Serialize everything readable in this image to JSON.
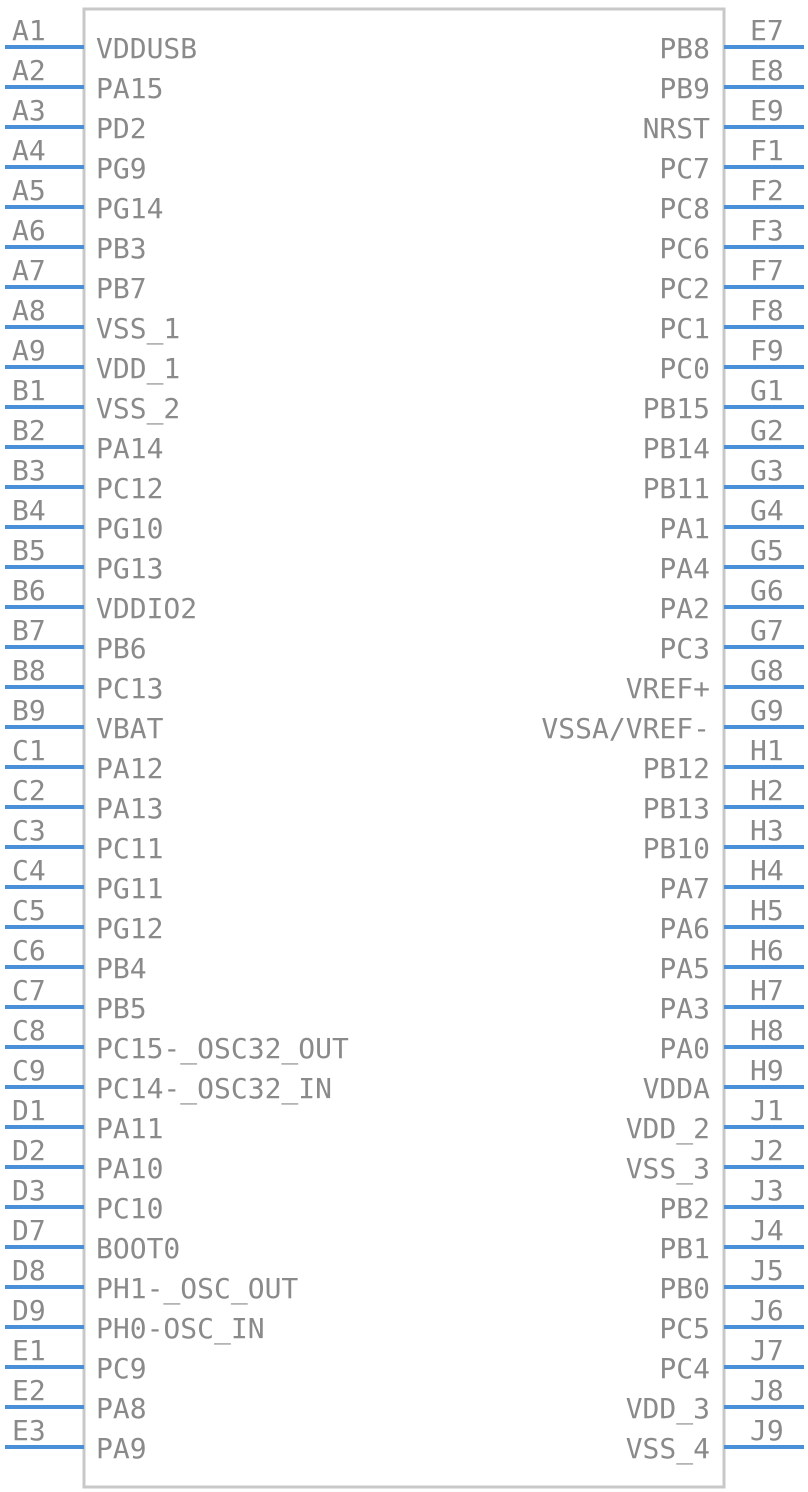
{
  "colors": {
    "pin": "#4a90d9",
    "text": "#8a8a8a",
    "outline": "#c8c8c8"
  },
  "left_pins": [
    {
      "num": "A1",
      "name": "VDDUSB"
    },
    {
      "num": "A2",
      "name": "PA15"
    },
    {
      "num": "A3",
      "name": "PD2"
    },
    {
      "num": "A4",
      "name": "PG9"
    },
    {
      "num": "A5",
      "name": "PG14"
    },
    {
      "num": "A6",
      "name": "PB3"
    },
    {
      "num": "A7",
      "name": "PB7"
    },
    {
      "num": "A8",
      "name": "VSS_1"
    },
    {
      "num": "A9",
      "name": "VDD_1"
    },
    {
      "num": "B1",
      "name": "VSS_2"
    },
    {
      "num": "B2",
      "name": "PA14"
    },
    {
      "num": "B3",
      "name": "PC12"
    },
    {
      "num": "B4",
      "name": "PG10"
    },
    {
      "num": "B5",
      "name": "PG13"
    },
    {
      "num": "B6",
      "name": "VDDIO2"
    },
    {
      "num": "B7",
      "name": "PB6"
    },
    {
      "num": "B8",
      "name": "PC13"
    },
    {
      "num": "B9",
      "name": "VBAT"
    },
    {
      "num": "C1",
      "name": "PA12"
    },
    {
      "num": "C2",
      "name": "PA13"
    },
    {
      "num": "C3",
      "name": "PC11"
    },
    {
      "num": "C4",
      "name": "PG11"
    },
    {
      "num": "C5",
      "name": "PG12"
    },
    {
      "num": "C6",
      "name": "PB4"
    },
    {
      "num": "C7",
      "name": "PB5"
    },
    {
      "num": "C8",
      "name": "PC15-_OSC32_OUT"
    },
    {
      "num": "C9",
      "name": "PC14-_OSC32_IN"
    },
    {
      "num": "D1",
      "name": "PA11"
    },
    {
      "num": "D2",
      "name": "PA10"
    },
    {
      "num": "D3",
      "name": "PC10"
    },
    {
      "num": "D7",
      "name": "BOOT0"
    },
    {
      "num": "D8",
      "name": "PH1-_OSC_OUT"
    },
    {
      "num": "D9",
      "name": "PH0-OSC_IN"
    },
    {
      "num": "E1",
      "name": "PC9"
    },
    {
      "num": "E2",
      "name": "PA8"
    },
    {
      "num": "E3",
      "name": "PA9"
    }
  ],
  "right_pins": [
    {
      "num": "E7",
      "name": "PB8"
    },
    {
      "num": "E8",
      "name": "PB9"
    },
    {
      "num": "E9",
      "name": "NRST"
    },
    {
      "num": "F1",
      "name": "PC7"
    },
    {
      "num": "F2",
      "name": "PC8"
    },
    {
      "num": "F3",
      "name": "PC6"
    },
    {
      "num": "F7",
      "name": "PC2"
    },
    {
      "num": "F8",
      "name": "PC1"
    },
    {
      "num": "F9",
      "name": "PC0"
    },
    {
      "num": "G1",
      "name": "PB15"
    },
    {
      "num": "G2",
      "name": "PB14"
    },
    {
      "num": "G3",
      "name": "PB11"
    },
    {
      "num": "G4",
      "name": "PA1"
    },
    {
      "num": "G5",
      "name": "PA4"
    },
    {
      "num": "G6",
      "name": "PA2"
    },
    {
      "num": "G7",
      "name": "PC3"
    },
    {
      "num": "G8",
      "name": "VREF+"
    },
    {
      "num": "G9",
      "name": "VSSA/VREF-"
    },
    {
      "num": "H1",
      "name": "PB12"
    },
    {
      "num": "H2",
      "name": "PB13"
    },
    {
      "num": "H3",
      "name": "PB10"
    },
    {
      "num": "H4",
      "name": "PA7"
    },
    {
      "num": "H5",
      "name": "PA6"
    },
    {
      "num": "H6",
      "name": "PA5"
    },
    {
      "num": "H7",
      "name": "PA3"
    },
    {
      "num": "H8",
      "name": "PA0"
    },
    {
      "num": "H9",
      "name": "VDDA"
    },
    {
      "num": "J1",
      "name": "VDD_2"
    },
    {
      "num": "J2",
      "name": "VSS_3"
    },
    {
      "num": "J3",
      "name": "PB2"
    },
    {
      "num": "J4",
      "name": "PB1"
    },
    {
      "num": "J5",
      "name": "PB0"
    },
    {
      "num": "J6",
      "name": "PC5"
    },
    {
      "num": "J7",
      "name": "PC4"
    },
    {
      "num": "J8",
      "name": "VDD_3"
    },
    {
      "num": "J9",
      "name": "VSS_4"
    }
  ]
}
